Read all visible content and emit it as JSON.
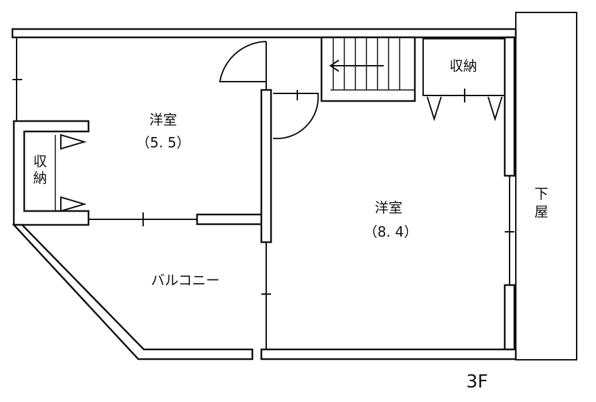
{
  "floor_label": "3F",
  "rooms": [
    {
      "name": "洋室",
      "size": "（5. 5）"
    },
    {
      "name": "洋室",
      "size": "（8. 4）"
    }
  ],
  "storage_left": [
    "収",
    "納"
  ],
  "storage_top": "収納",
  "balcony": "バルコニー",
  "lean_to": [
    "下",
    "屋"
  ]
}
